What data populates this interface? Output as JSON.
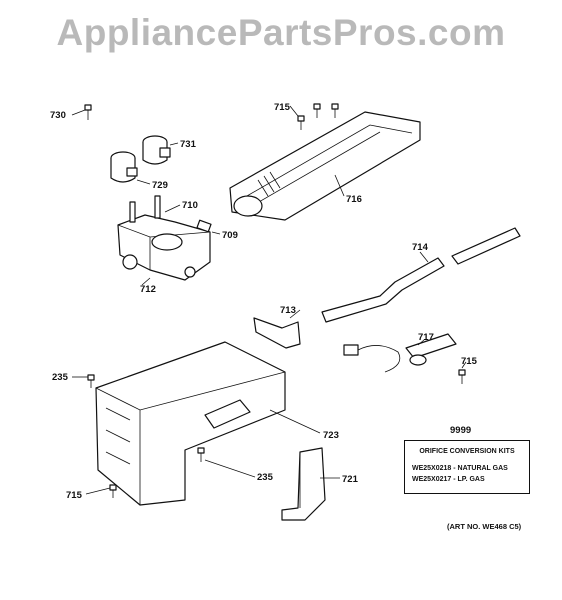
{
  "watermark": "AppliancePartsPros.com",
  "callouts": {
    "c730": "730",
    "c731": "731",
    "c729": "729",
    "c710": "710",
    "c709": "709",
    "c712": "712",
    "c715_top": "715",
    "c716": "716",
    "c714": "714",
    "c713": "713",
    "c717": "717",
    "c715_right": "715",
    "c235_left": "235",
    "c723": "723",
    "c235_mid": "235",
    "c721": "721",
    "c715_bottom": "715",
    "c9999": "9999"
  },
  "kit": {
    "title": "ORIFICE CONVERSION KITS",
    "line1": "WE25X0218 - NATURAL GAS",
    "line2": "WE25X0217 - LP. GAS"
  },
  "art_number": "(ART NO. WE468 C5)"
}
